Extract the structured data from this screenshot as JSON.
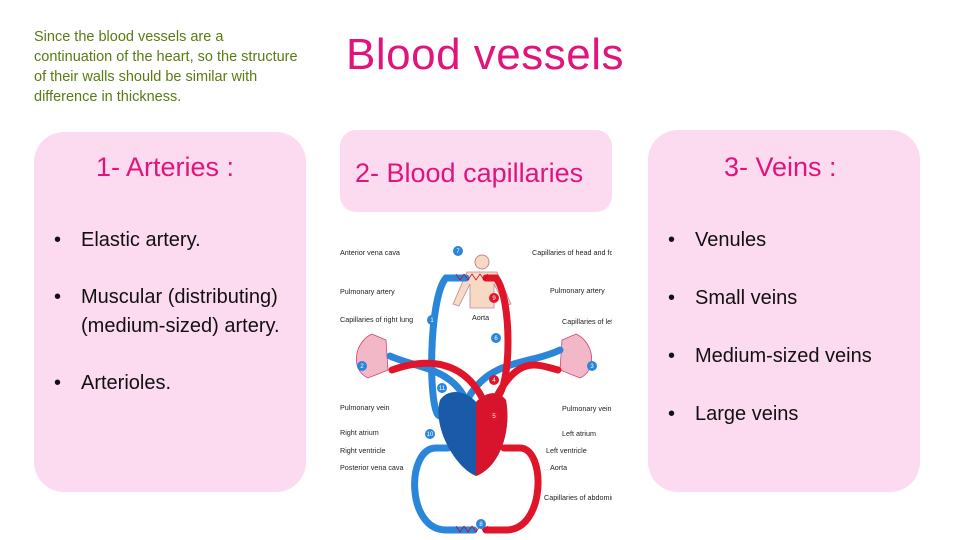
{
  "intro_text": "Since the blood vessels are a continuation of the heart, so the structure of their walls should be similar with difference in thickness.",
  "title": "Blood vessels",
  "arteries": {
    "heading": "1- Arteries :",
    "items": [
      "Elastic artery.",
      "Muscular (distributing) (medium-sized) artery.",
      " Arterioles."
    ]
  },
  "capillaries": {
    "heading": "2- Blood capillaries"
  },
  "veins": {
    "heading": "3- Veins :",
    "items": [
      "Venules",
      "Small veins",
      " Medium-sized veins",
      "Large veins"
    ]
  },
  "diagram": {
    "labels": {
      "anterior_vena_cava": "Anterior vena cava",
      "pulmonary_artery_r": "Pulmonary artery",
      "capillaries_right_lung": "Capillaries of right lung",
      "pulmonary_vein_r": "Pulmonary vein",
      "right_atrium": "Right atrium",
      "right_ventricle": "Right ventricle",
      "posterior_vena_cava": "Posterior vena cava",
      "capillaries_head": "Capillaries of head and forelimbs",
      "pulmonary_artery_l": "Pulmonary artery",
      "aorta_top": "Aorta",
      "capillaries_left_lung": "Capillaries of left lung",
      "pulmonary_vein_l": "Pulmonary vein",
      "left_atrium": "Left atrium",
      "left_ventricle": "Left ventricle",
      "aorta_bottom": "Aorta",
      "capillaries_abdominal": "Capillaries of abdominal organs and hind limbs"
    },
    "numbers": [
      "1",
      "2",
      "3",
      "4",
      "5",
      "6",
      "7",
      "8",
      "9",
      "10",
      "11"
    ]
  },
  "colors": {
    "accent": "#e0147a",
    "intro": "#5a7a13",
    "card": "#fcdaf0",
    "oxygenated": "#e0152a",
    "deoxygenated": "#2a86d8"
  }
}
